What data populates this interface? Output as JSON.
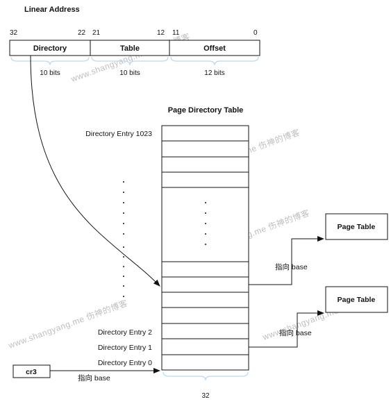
{
  "linear_address": {
    "title": "Linear Address",
    "bit_positions": [
      "32",
      "22",
      "21",
      "12",
      "11",
      "0"
    ],
    "fields": [
      {
        "label": "Directory",
        "size": "10 bits"
      },
      {
        "label": "Table",
        "size": "10 bits"
      },
      {
        "label": "Offset",
        "size": "12 bits"
      }
    ]
  },
  "page_directory": {
    "title": "Page Directory Table",
    "entry_labels": {
      "top": "Directory Entry 1023",
      "e2": "Directory Entry 2",
      "e1": "Directory Entry 1",
      "e0": "Directory Entry 0"
    },
    "width_label": "32"
  },
  "page_tables": {
    "upper": "Page Table",
    "lower": "Page Table"
  },
  "arrow_labels": {
    "upper_base": "指向 base",
    "lower_base": "指向 base",
    "cr3_base": "指向 base"
  },
  "register": {
    "label": "cr3"
  },
  "watermark": "www.shangyang.me 伤神的博客"
}
